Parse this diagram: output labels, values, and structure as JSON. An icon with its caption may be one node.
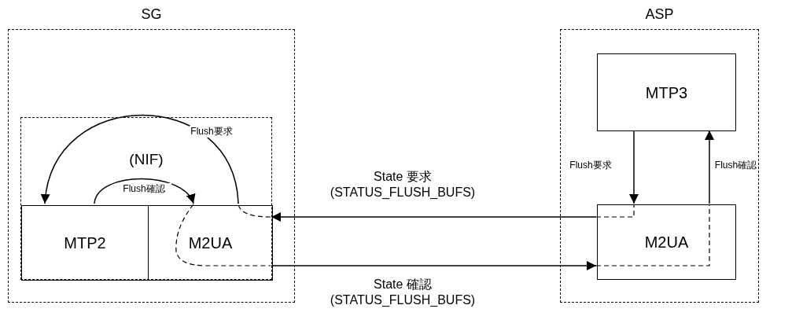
{
  "diagram": {
    "nodes": [
      {
        "text": [
          "SG"
        ]
      },
      {
        "text": [
          "(NIF)"
        ],
        "in": 0
      },
      {
        "text": [
          "MTP2"
        ],
        "in": 1
      },
      {
        "text": [
          "M2UA"
        ],
        "in": 1
      },
      {
        "text": [
          "ASP"
        ]
      },
      {
        "text": [
          "MTP3"
        ],
        "in": 4
      },
      {
        "text": [
          "M2UA"
        ],
        "in": 4
      }
    ],
    "edges": [
      {
        "from": 3,
        "to": 2,
        "arrow": "to",
        "label": "Flush要求"
      },
      {
        "from": 2,
        "to": 3,
        "arrow": "to",
        "label": "Flush確認"
      },
      {
        "from": 6,
        "to": 3,
        "arrow": "to",
        "label": "State 要求 (STATUS_FLUSH_BUFS)"
      },
      {
        "from": 3,
        "to": 6,
        "arrow": "to",
        "label": "State 確認 (STATUS_FLUSH_BUFS)"
      },
      {
        "from": 5,
        "to": 6,
        "arrow": "to",
        "label": "Flush要求"
      },
      {
        "from": 6,
        "to": 5,
        "arrow": "to",
        "label": "Flush確認"
      }
    ]
  }
}
